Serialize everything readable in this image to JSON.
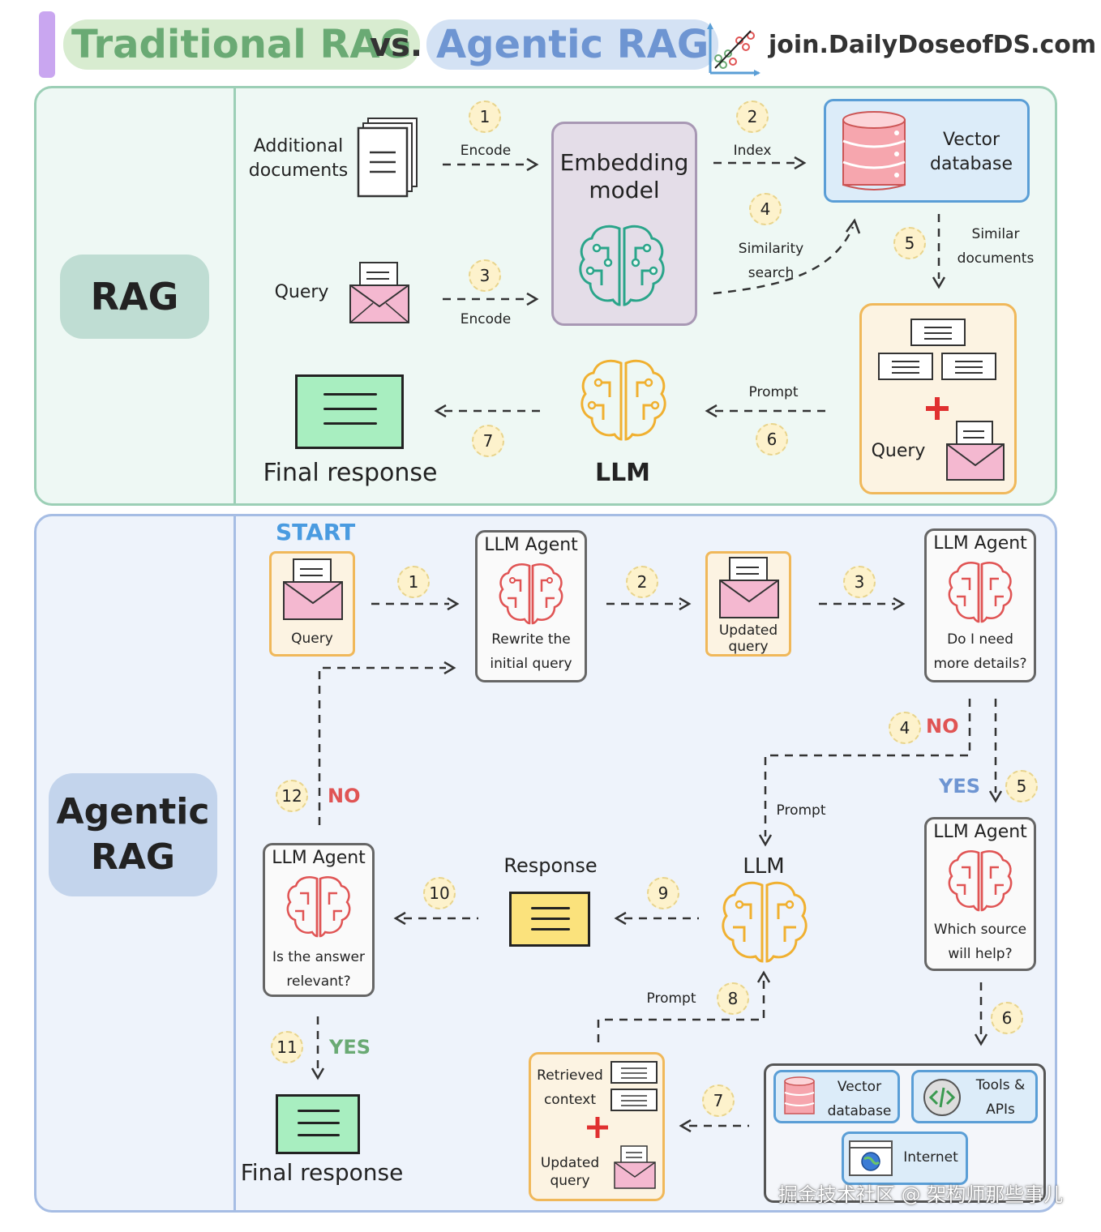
{
  "header": {
    "title_traditional": "Traditional RAG",
    "title_vs": "vs.",
    "title_agentic": "Agentic RAG",
    "brand": "join.DailyDoseofDS.com"
  },
  "rag": {
    "section_label": "RAG",
    "additional_documents": "Additional documents",
    "query": "Query",
    "embedding_model": "Embedding model",
    "vector_database": "Vector database",
    "final_response": "Final response",
    "llm": "LLM",
    "context_query": "Query",
    "steps": {
      "s1": {
        "num": "1",
        "label": "Encode"
      },
      "s2": {
        "num": "2",
        "label": "Index"
      },
      "s3": {
        "num": "3",
        "label": "Encode"
      },
      "s4": {
        "num": "4",
        "label": "Similarity search"
      },
      "s5": {
        "num": "5",
        "label": "Similar documents"
      },
      "s6": {
        "num": "6",
        "label": "Prompt"
      },
      "s7": {
        "num": "7",
        "label": ""
      }
    }
  },
  "agentic": {
    "section_label": "Agentic RAG",
    "start": "START",
    "query": "Query",
    "agent_title": "LLM Agent",
    "rewrite": "Rewrite the initial query",
    "updated_query": "Updated query",
    "need_details": "Do I need more details?",
    "which_source": "Which source will help?",
    "llm": "LLM",
    "response": "Response",
    "is_relevant": "Is the answer relevant?",
    "final_response": "Final response",
    "retrieved_context": "Retrieved context",
    "updated_query_2": "Updated query",
    "tools": {
      "vector_db": "Vector database",
      "tools_apis": "Tools & APIs",
      "internet": "Internet"
    },
    "steps": {
      "s1": "1",
      "s2": "2",
      "s3": "3",
      "s4": "4",
      "s5": "5",
      "s6": "6",
      "s7": "7",
      "s8": "8",
      "s9": "9",
      "s10": "10",
      "s11": "11",
      "s12": "12",
      "no_1": "NO",
      "yes_1": "YES",
      "no_2": "NO",
      "yes_2": "YES",
      "prompt_1": "Prompt",
      "prompt_2": "Prompt"
    }
  },
  "watermark": "掘金技术社区 @ 架构师那些事儿",
  "colors": {
    "rag_border": "#9ccfb6",
    "agentic_border": "#a6bde4",
    "agent_brain": "#e05454",
    "llm_brain": "#f0b030",
    "embed_brain": "#2aa58a",
    "no_color": "#e05454",
    "yes_blue": "#6e95d2",
    "yes_green": "#6aaa74",
    "start_color": "#4a9be0"
  }
}
